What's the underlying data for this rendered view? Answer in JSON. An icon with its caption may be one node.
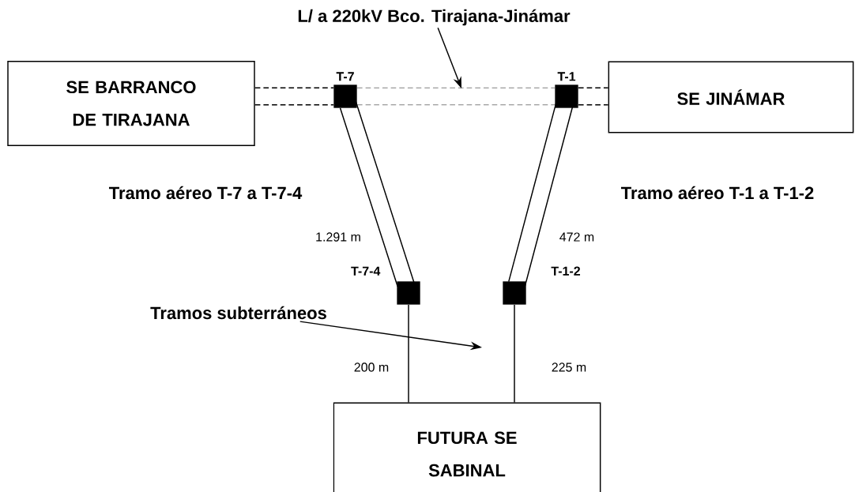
{
  "diagram": {
    "nodes": [
      {
        "text": [
          "SE BARRANCO DE TIRAJANA"
        ]
      },
      {
        "text": [
          "SE JINÁMAR"
        ]
      },
      {
        "text": [
          "FUTURA SE SABINAL"
        ]
      },
      {
        "text": [
          "T-7"
        ]
      },
      {
        "text": [
          "T-1"
        ]
      },
      {
        "text": [
          "T-7-4"
        ]
      },
      {
        "text": [
          "T-1-2"
        ]
      },
      {
        "text": [
          "L/ a 220kV Bco. Tirajana-Jinámar"
        ]
      },
      {
        "text": [
          "Tramos subterráneos"
        ]
      }
    ],
    "edges": [
      {
        "from": 0,
        "to": 3,
        "arrow": "none",
        "style": "dashed"
      },
      {
        "from": 3,
        "to": 4,
        "arrow": "none",
        "style": "dashed",
        "color": "#808080"
      },
      {
        "from": 4,
        "to": 1,
        "arrow": "none",
        "style": "dashed"
      },
      {
        "from": 3,
        "to": 5,
        "arrow": "none",
        "label": "1.291 m"
      },
      {
        "from": 4,
        "to": 6,
        "arrow": "none",
        "label": "472 m"
      },
      {
        "from": 5,
        "to": 2,
        "arrow": "none",
        "label": "200 m"
      },
      {
        "from": 6,
        "to": 2,
        "arrow": "none",
        "label": "225 m"
      },
      {
        "from": 7,
        "to": null,
        "arrow": "to"
      },
      {
        "from": 8,
        "to": null,
        "arrow": "to"
      }
    ],
    "labels": [
      "Tramo aéreo T-7 a T-7-4",
      "Tramo aéreo T-1 a T-1-2"
    ]
  }
}
